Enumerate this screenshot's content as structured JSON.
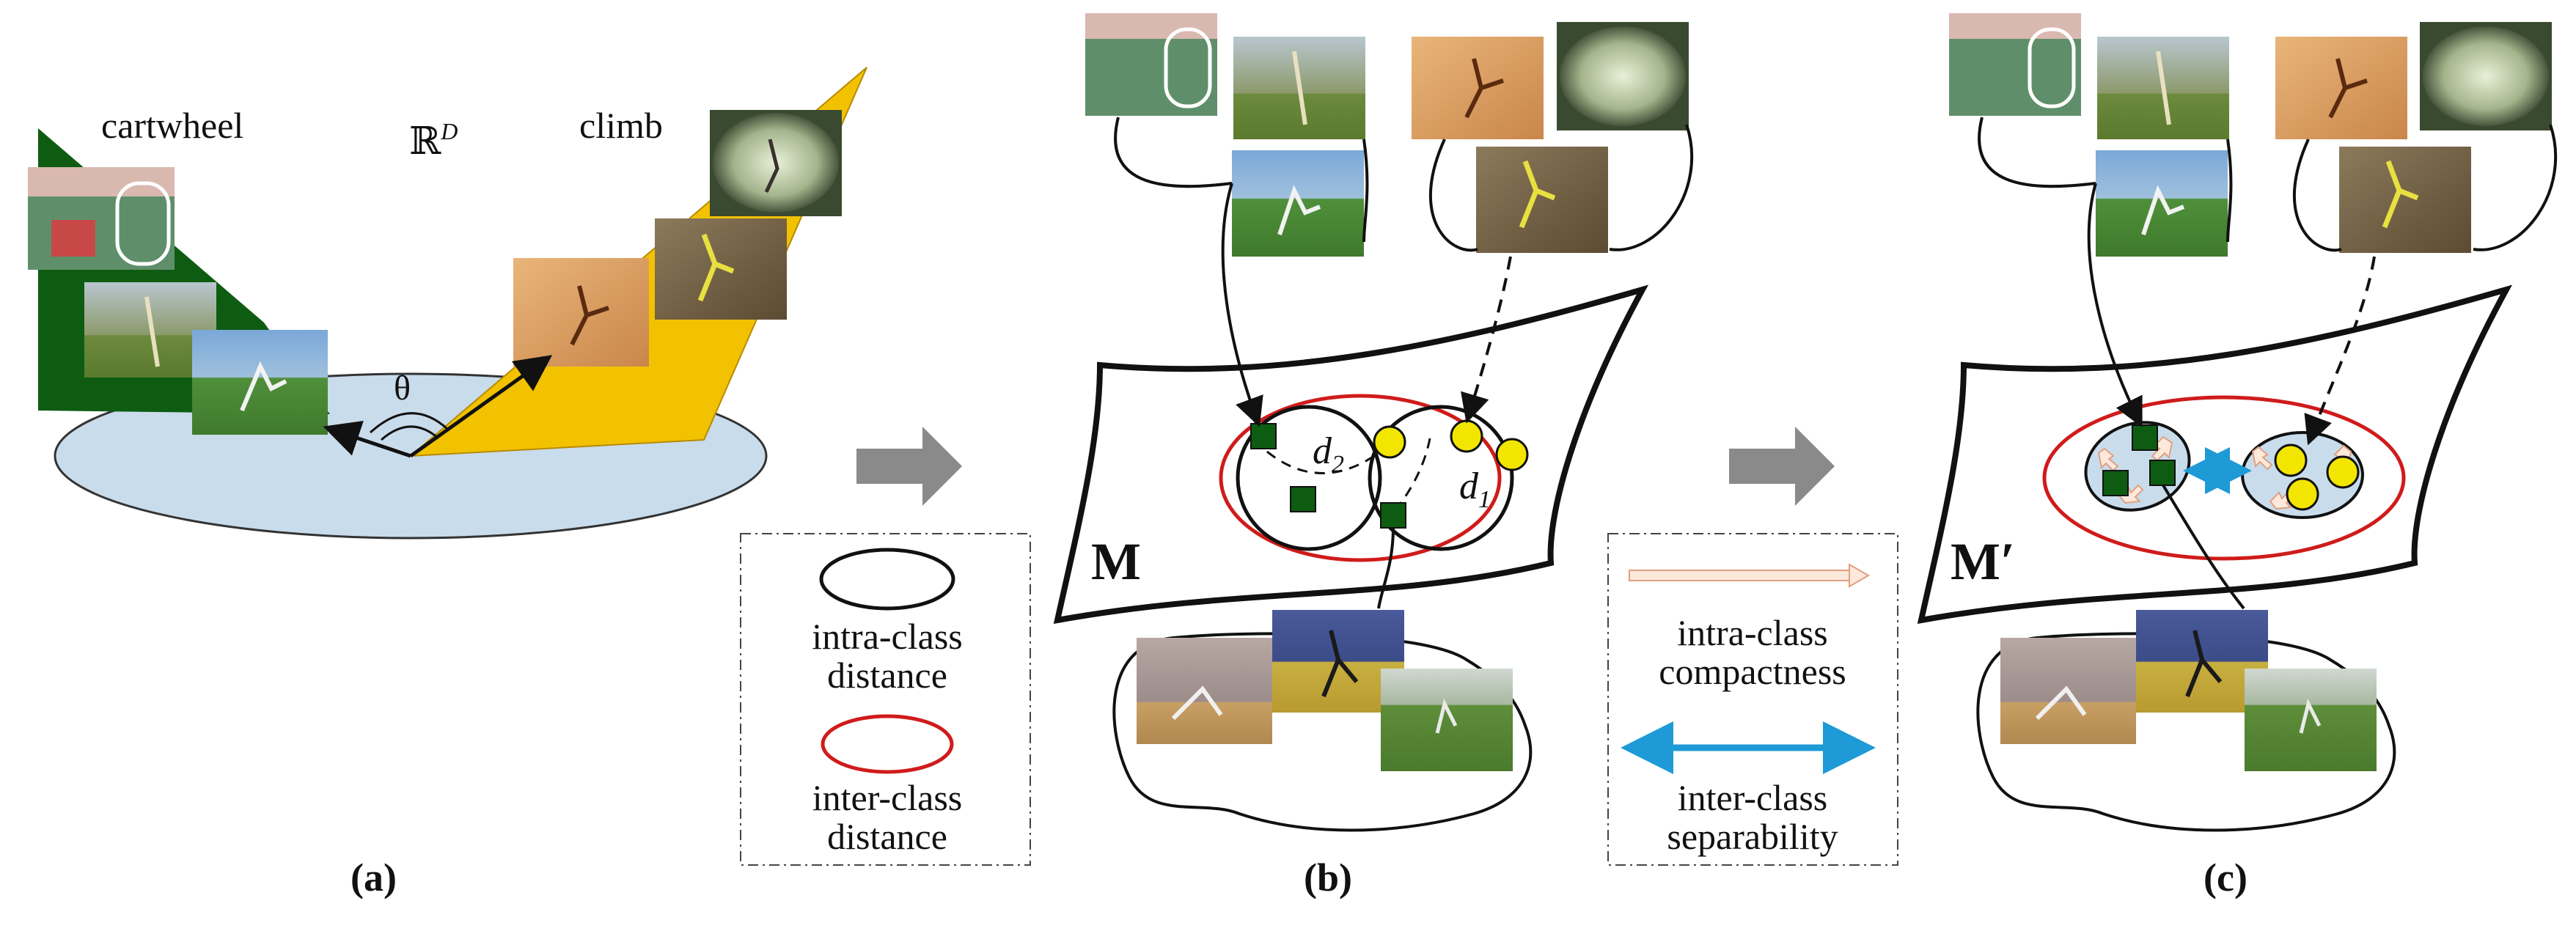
{
  "panel_a": {
    "label_left": "cartwheel",
    "label_space": "ℝ",
    "label_space_sup": "D",
    "label_right": "climb",
    "angle_symbol": "θ",
    "caption": "(a)"
  },
  "panel_b": {
    "manifold_label": "M",
    "distance_1": "d",
    "distance_1_sub": "1",
    "distance_2": "d",
    "distance_2_sub": "2",
    "caption": "(b)"
  },
  "panel_c": {
    "manifold_label": "M′",
    "caption": "(c)"
  },
  "legend_left": {
    "intra_line1": "intra-class",
    "intra_line2": "distance",
    "inter_line1": "inter-class",
    "inter_line2": "distance"
  },
  "legend_right": {
    "compact_line1": "intra-class",
    "compact_line2": "compactness",
    "separ_line1": "inter-class",
    "separ_line2": "separability"
  },
  "colors": {
    "cartwheel_class": "#0e5c12",
    "climb_class": "#f2e600",
    "inter_class_ellipse": "#d01b1b",
    "separability_arrow": "#1e9ad6",
    "compactness_arrow": "#f0b89a",
    "feature_disk": "#c9dcec",
    "process_arrow": "#8a8a8a"
  }
}
